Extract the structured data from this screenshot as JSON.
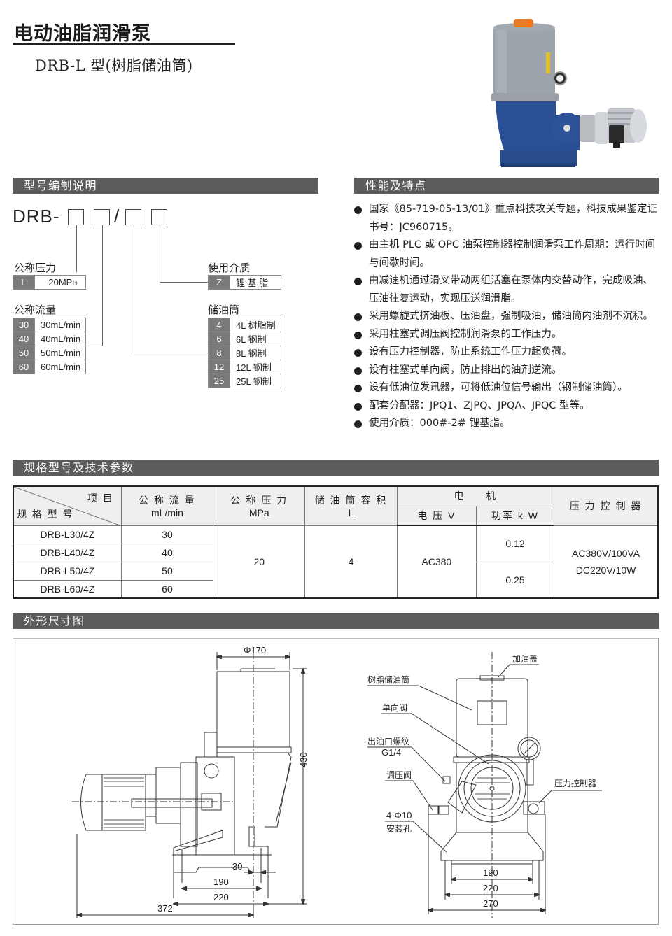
{
  "header": {
    "title": "电动油脂润滑泵",
    "subtitle": "DRB-L 型(树脂储油筒)"
  },
  "product_photo": {
    "alt": "DRB-L electric grease lubrication pump with resin reservoir",
    "colors": {
      "body": "#2b4f94",
      "reservoir": "#8a9099",
      "cap": "#f07a22",
      "motor": "#c8cbcf"
    }
  },
  "sections": {
    "model_code": "型号编制说明",
    "features": "性能及特点",
    "specs": "规格型号及技术参数",
    "dimensions": "外形尺寸图"
  },
  "model_code": {
    "prefix": "DRB-",
    "slash": "/",
    "pressure": {
      "label": "公称压力",
      "options": [
        {
          "code": "L",
          "desc": "20MPa"
        }
      ]
    },
    "flow": {
      "label": "公称流量",
      "options": [
        {
          "code": "30",
          "desc": "30mL/min"
        },
        {
          "code": "40",
          "desc": "40mL/min"
        },
        {
          "code": "50",
          "desc": "50mL/min"
        },
        {
          "code": "60",
          "desc": "60mL/min"
        }
      ]
    },
    "medium": {
      "label": "使用介质",
      "options": [
        {
          "code": "Z",
          "desc": "锂 基 脂"
        }
      ]
    },
    "reservoir": {
      "label": "储油筒",
      "options": [
        {
          "code": "4",
          "desc": "4L 树脂制"
        },
        {
          "code": "6",
          "desc": "6L 钢制"
        },
        {
          "code": "8",
          "desc": "8L 钢制"
        },
        {
          "code": "12",
          "desc": "12L 钢制"
        },
        {
          "code": "25",
          "desc": "25L 钢制"
        }
      ]
    }
  },
  "features": [
    "国家《85-719-05-13/01》重点科技攻关专题，科技成果鉴定证书号：JC960715。",
    "由主机 PLC 或 OPC 油泵控制器控制润滑泵工作周期：运行时间与间歇时间。",
    "由减速机通过滑叉带动两组活塞在泵体内交替动作，完成吸油、压油往复运动，实现压送润滑脂。",
    "采用螺旋式挤油板、压油盘，强制吸油，储油筒内油剂不沉积。",
    "采用柱塞式调压阀控制润滑泵的工作压力。",
    "设有压力控制器，防止系统工作压力超负荷。",
    "设有柱塞式单向阀，防止排出的油剂逆流。",
    "设有低油位发讯器，可将低油位信号输出（钢制储油筒）。",
    "配套分配器：JPQ1、ZJPQ、JPQA、JPQC 型等。",
    "使用介质：000#-2# 锂基脂。"
  ],
  "spec_table": {
    "header": {
      "diag_top": "项 目",
      "diag_bottom": "规 格 型 号",
      "flow": "公 称 流 量",
      "flow_unit": "mL/min",
      "pressure": "公 称 压 力",
      "pressure_unit": "MPa",
      "volume": "储 油 筒 容 积",
      "volume_unit": "L",
      "motor": "电     机",
      "voltage": "电 压 V",
      "power": "功率 k W",
      "controller": "压 力 控 制 器"
    },
    "rows": [
      {
        "model": "DRB-L30/4Z",
        "flow": "30"
      },
      {
        "model": "DRB-L40/4Z",
        "flow": "40"
      },
      {
        "model": "DRB-L50/4Z",
        "flow": "50"
      },
      {
        "model": "DRB-L60/4Z",
        "flow": "60"
      }
    ],
    "pressure": "20",
    "volume": "4",
    "voltage": "AC380",
    "power": [
      "0.12",
      "0.25"
    ],
    "controller": [
      "AC380V/100VA",
      "DC220V/10W"
    ]
  },
  "drawing": {
    "side_view": {
      "dims": {
        "diameter": "Φ170",
        "height": "430",
        "d30": "30",
        "d190": "190",
        "d220": "220",
        "d372": "372"
      }
    },
    "front_view": {
      "labels": {
        "fill_cap": "加油盖",
        "resin_reservoir": "树脂储油筒",
        "check_valve": "单向阀",
        "outlet_thread": "出油口螺纹",
        "outlet_thread_size": "G1/4",
        "pressure_valve": "调压阀",
        "mount_holes": "4-Φ10",
        "mount_holes_label": "安装孔",
        "pressure_controller": "压力控制器"
      },
      "dims": {
        "d190": "190",
        "d220": "220",
        "d270": "270"
      }
    }
  }
}
